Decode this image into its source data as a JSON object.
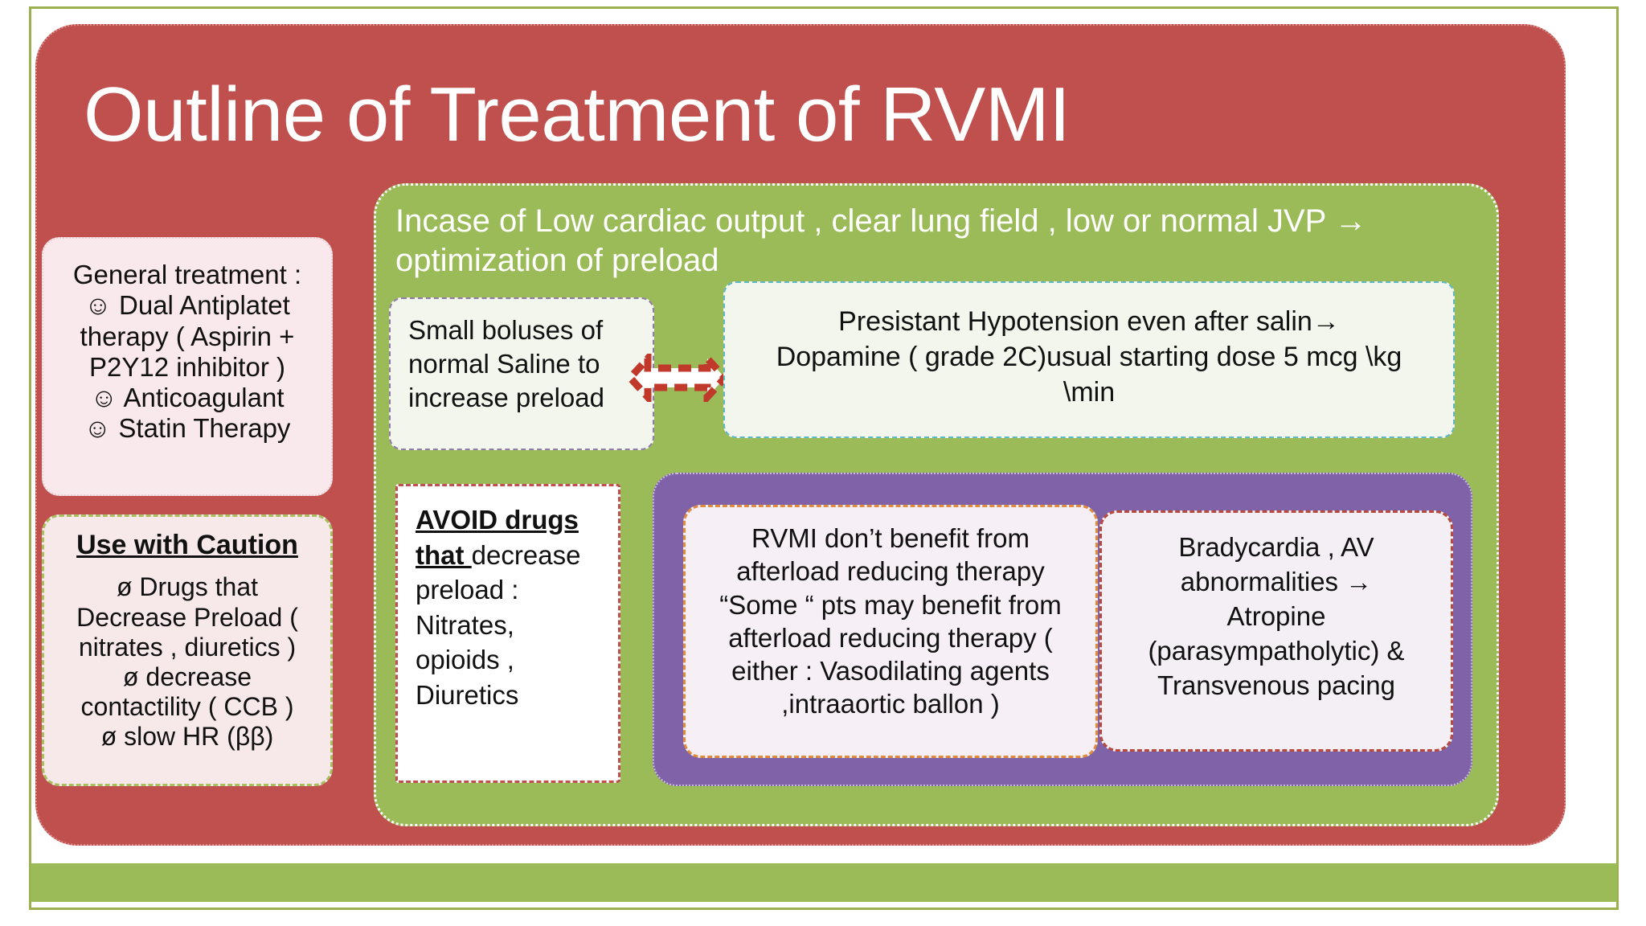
{
  "slide": {
    "title": "Outline of Treatment of RVMI",
    "colors": {
      "title_panel_red": "#c0504d",
      "panel_green": "#9bbb59",
      "panel_purple": "#7f62a8",
      "slide_border_olive": "#9bb14f",
      "card_pink": "#f8eaea",
      "card_offwhite": "#f2f6ec"
    }
  },
  "general_treatment": {
    "heading": "General treatment :",
    "items": [
      "☺ Dual Antiplatet",
      "therapy ( Aspirin +",
      "P2Y12 inhibitor )",
      "☺ Anticoagulant",
      "☺ Statin Therapy"
    ]
  },
  "caution": {
    "title": "Use with Caution",
    "lines": [
      "ø Drugs that",
      "Decrease Preload (",
      "nitrates , diuretics )",
      "ø decrease",
      "contactility ( CCB )",
      "ø slow HR (ββ)"
    ]
  },
  "green_panel": {
    "header_line1": "Incase of Low cardiac output , clear lung field , low or normal JVP →",
    "header_line2": "optimization of preload"
  },
  "saline_box": {
    "lines": [
      "Small boluses of",
      "normal Saline to",
      "increase preload"
    ]
  },
  "arrow": {
    "name": "double-headed-dashed-arrow"
  },
  "dopamine_box": {
    "lines": [
      "Presistant Hypotension even after salin→",
      "Dopamine ( grade 2C)usual starting dose 5 mcg \\kg",
      "\\min"
    ]
  },
  "avoid_box": {
    "emphasis": "AVOID  drugs that ",
    "rest_line1": "decrease",
    "lines": [
      "preload :",
      "Nitrates,",
      "opioids ,",
      "Diuretics"
    ]
  },
  "afterload_box": {
    "lines": [
      "RVMI don’t benefit from",
      "afterload reducing therapy",
      "“Some “ pts may benefit from",
      "afterload reducing therapy (",
      "either : Vasodilating agents",
      ",intraaortic ballon )"
    ]
  },
  "bradycardia_box": {
    "lines": [
      "Bradycardia , AV",
      "abnormalities →",
      "Atropine",
      "(parasympatholytic) &",
      "Transvenous pacing"
    ]
  }
}
